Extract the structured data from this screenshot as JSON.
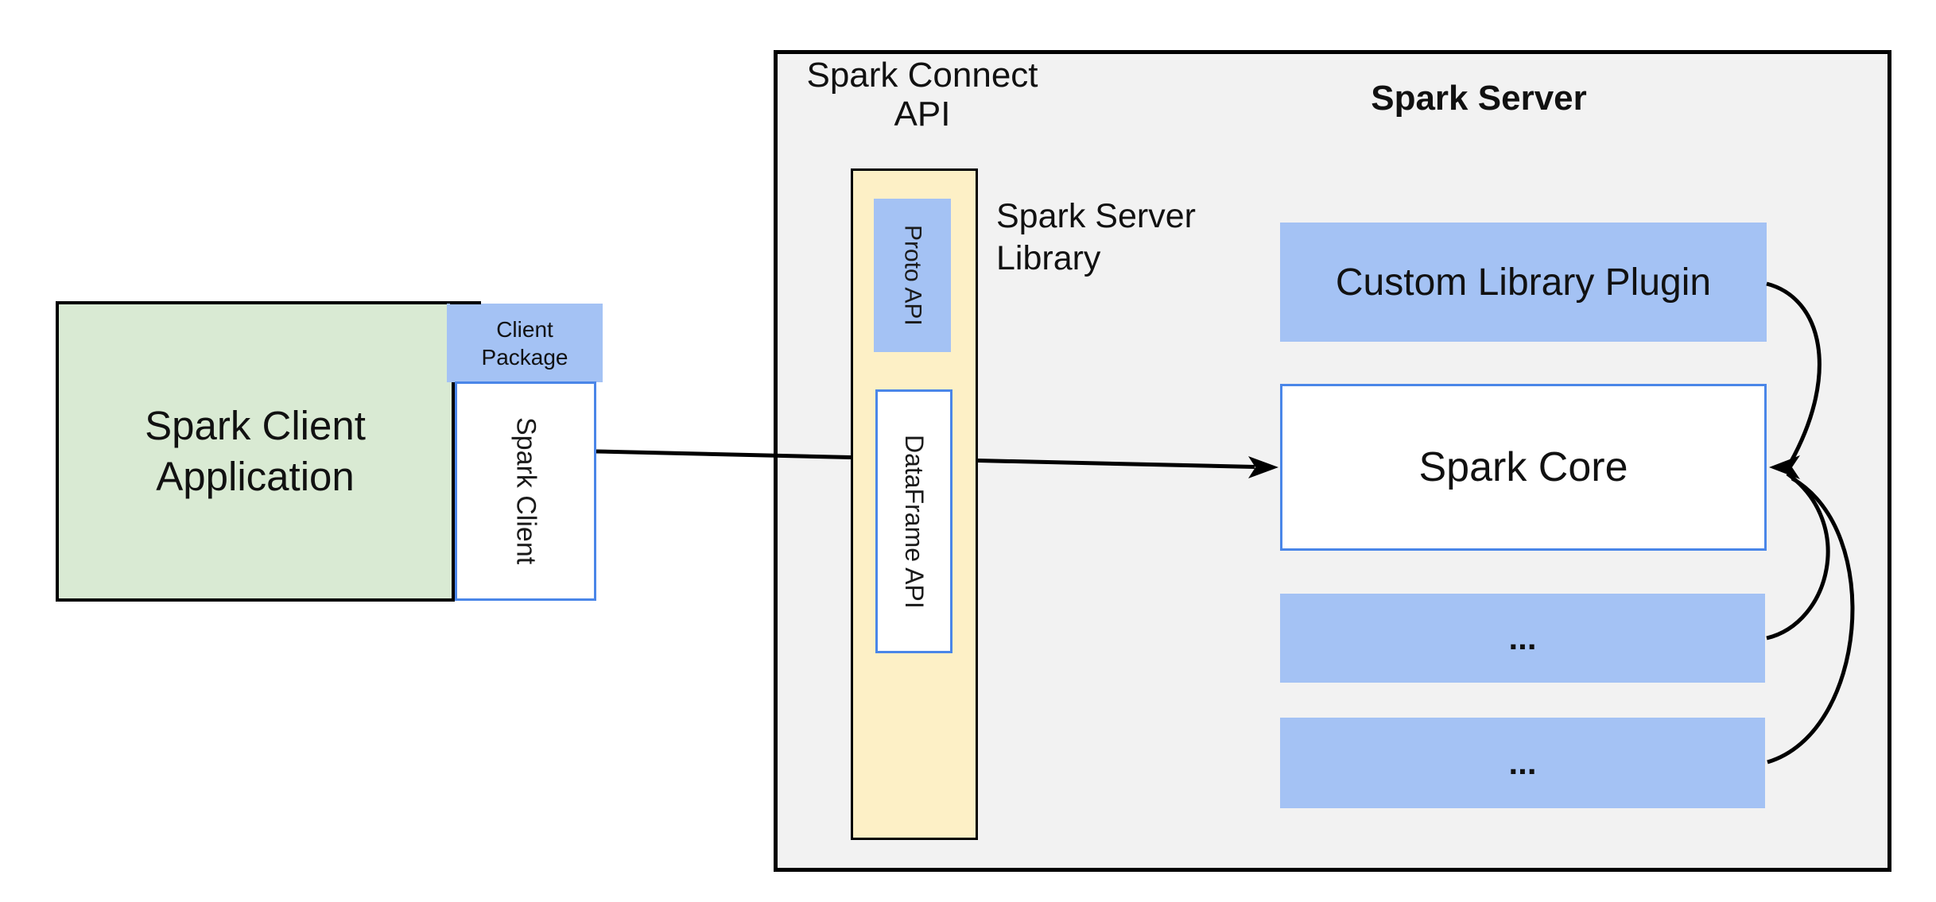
{
  "diagram": {
    "client": {
      "app_lines": [
        "Spark Client",
        "Application"
      ],
      "package_lines": [
        "Client",
        "Package"
      ],
      "client_vertical_label": "Spark Client"
    },
    "server": {
      "connect_api_lines": [
        "Spark Connect",
        "API"
      ],
      "title": "Spark Server",
      "proto_vertical_label": "Proto API",
      "dataframe_vertical_label": "DataFrame API",
      "library_lines": [
        "Spark Server",
        "Library"
      ],
      "plugin_label": "Custom Library Plugin",
      "core_label": "Spark Core",
      "ellipsis_top": "...",
      "ellipsis_bottom": "..."
    },
    "colors": {
      "client_app_fill": "#d9ead3",
      "blue_fill": "#a4c2f4",
      "blue_border": "#4a86e8",
      "library_fill": "#fdf0c6",
      "server_fill": "#f2f2f2",
      "outline": "#000000",
      "background": "#ffffff"
    }
  }
}
